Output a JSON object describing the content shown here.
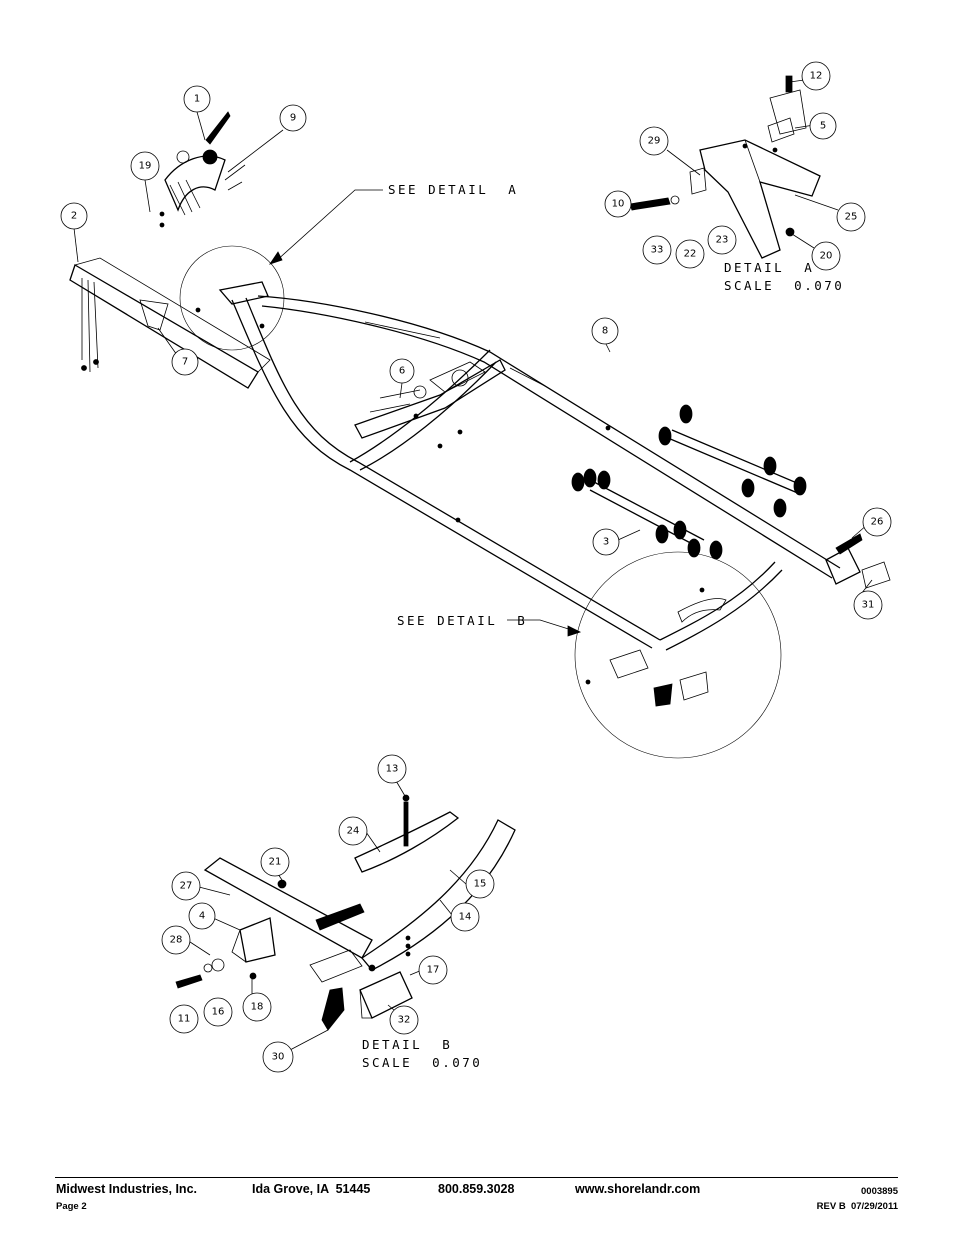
{
  "callouts": [
    {
      "n": "1"
    },
    {
      "n": "9"
    },
    {
      "n": "19"
    },
    {
      "n": "2"
    },
    {
      "n": "7"
    },
    {
      "n": "6"
    },
    {
      "n": "8"
    },
    {
      "n": "12"
    },
    {
      "n": "5"
    },
    {
      "n": "29"
    },
    {
      "n": "10"
    },
    {
      "n": "25"
    },
    {
      "n": "33"
    },
    {
      "n": "22"
    },
    {
      "n": "23"
    },
    {
      "n": "20"
    },
    {
      "n": "26"
    },
    {
      "n": "3"
    },
    {
      "n": "31"
    },
    {
      "n": "13"
    },
    {
      "n": "24"
    },
    {
      "n": "21"
    },
    {
      "n": "27"
    },
    {
      "n": "4"
    },
    {
      "n": "15"
    },
    {
      "n": "14"
    },
    {
      "n": "28"
    },
    {
      "n": "17"
    },
    {
      "n": "11"
    },
    {
      "n": "16"
    },
    {
      "n": "18"
    },
    {
      "n": "32"
    },
    {
      "n": "30"
    }
  ],
  "labels": {
    "see_detail_a": "SEE DETAIL  A",
    "see_detail_b": "SEE DETAIL  B",
    "detail_a_title": "DETAIL  A",
    "detail_a_scale": "SCALE  0.070",
    "detail_b_title": "DETAIL  B",
    "detail_b_scale": "SCALE  0.070"
  },
  "footer": {
    "company": "Midwest Industries, Inc.",
    "city": "Ida Grove, IA  51445",
    "phone": "800.859.3028",
    "website": "www.shorelandr.com",
    "doc_number": "0003895",
    "page": "Page 2",
    "revision": "REV B  07/29/2011"
  }
}
